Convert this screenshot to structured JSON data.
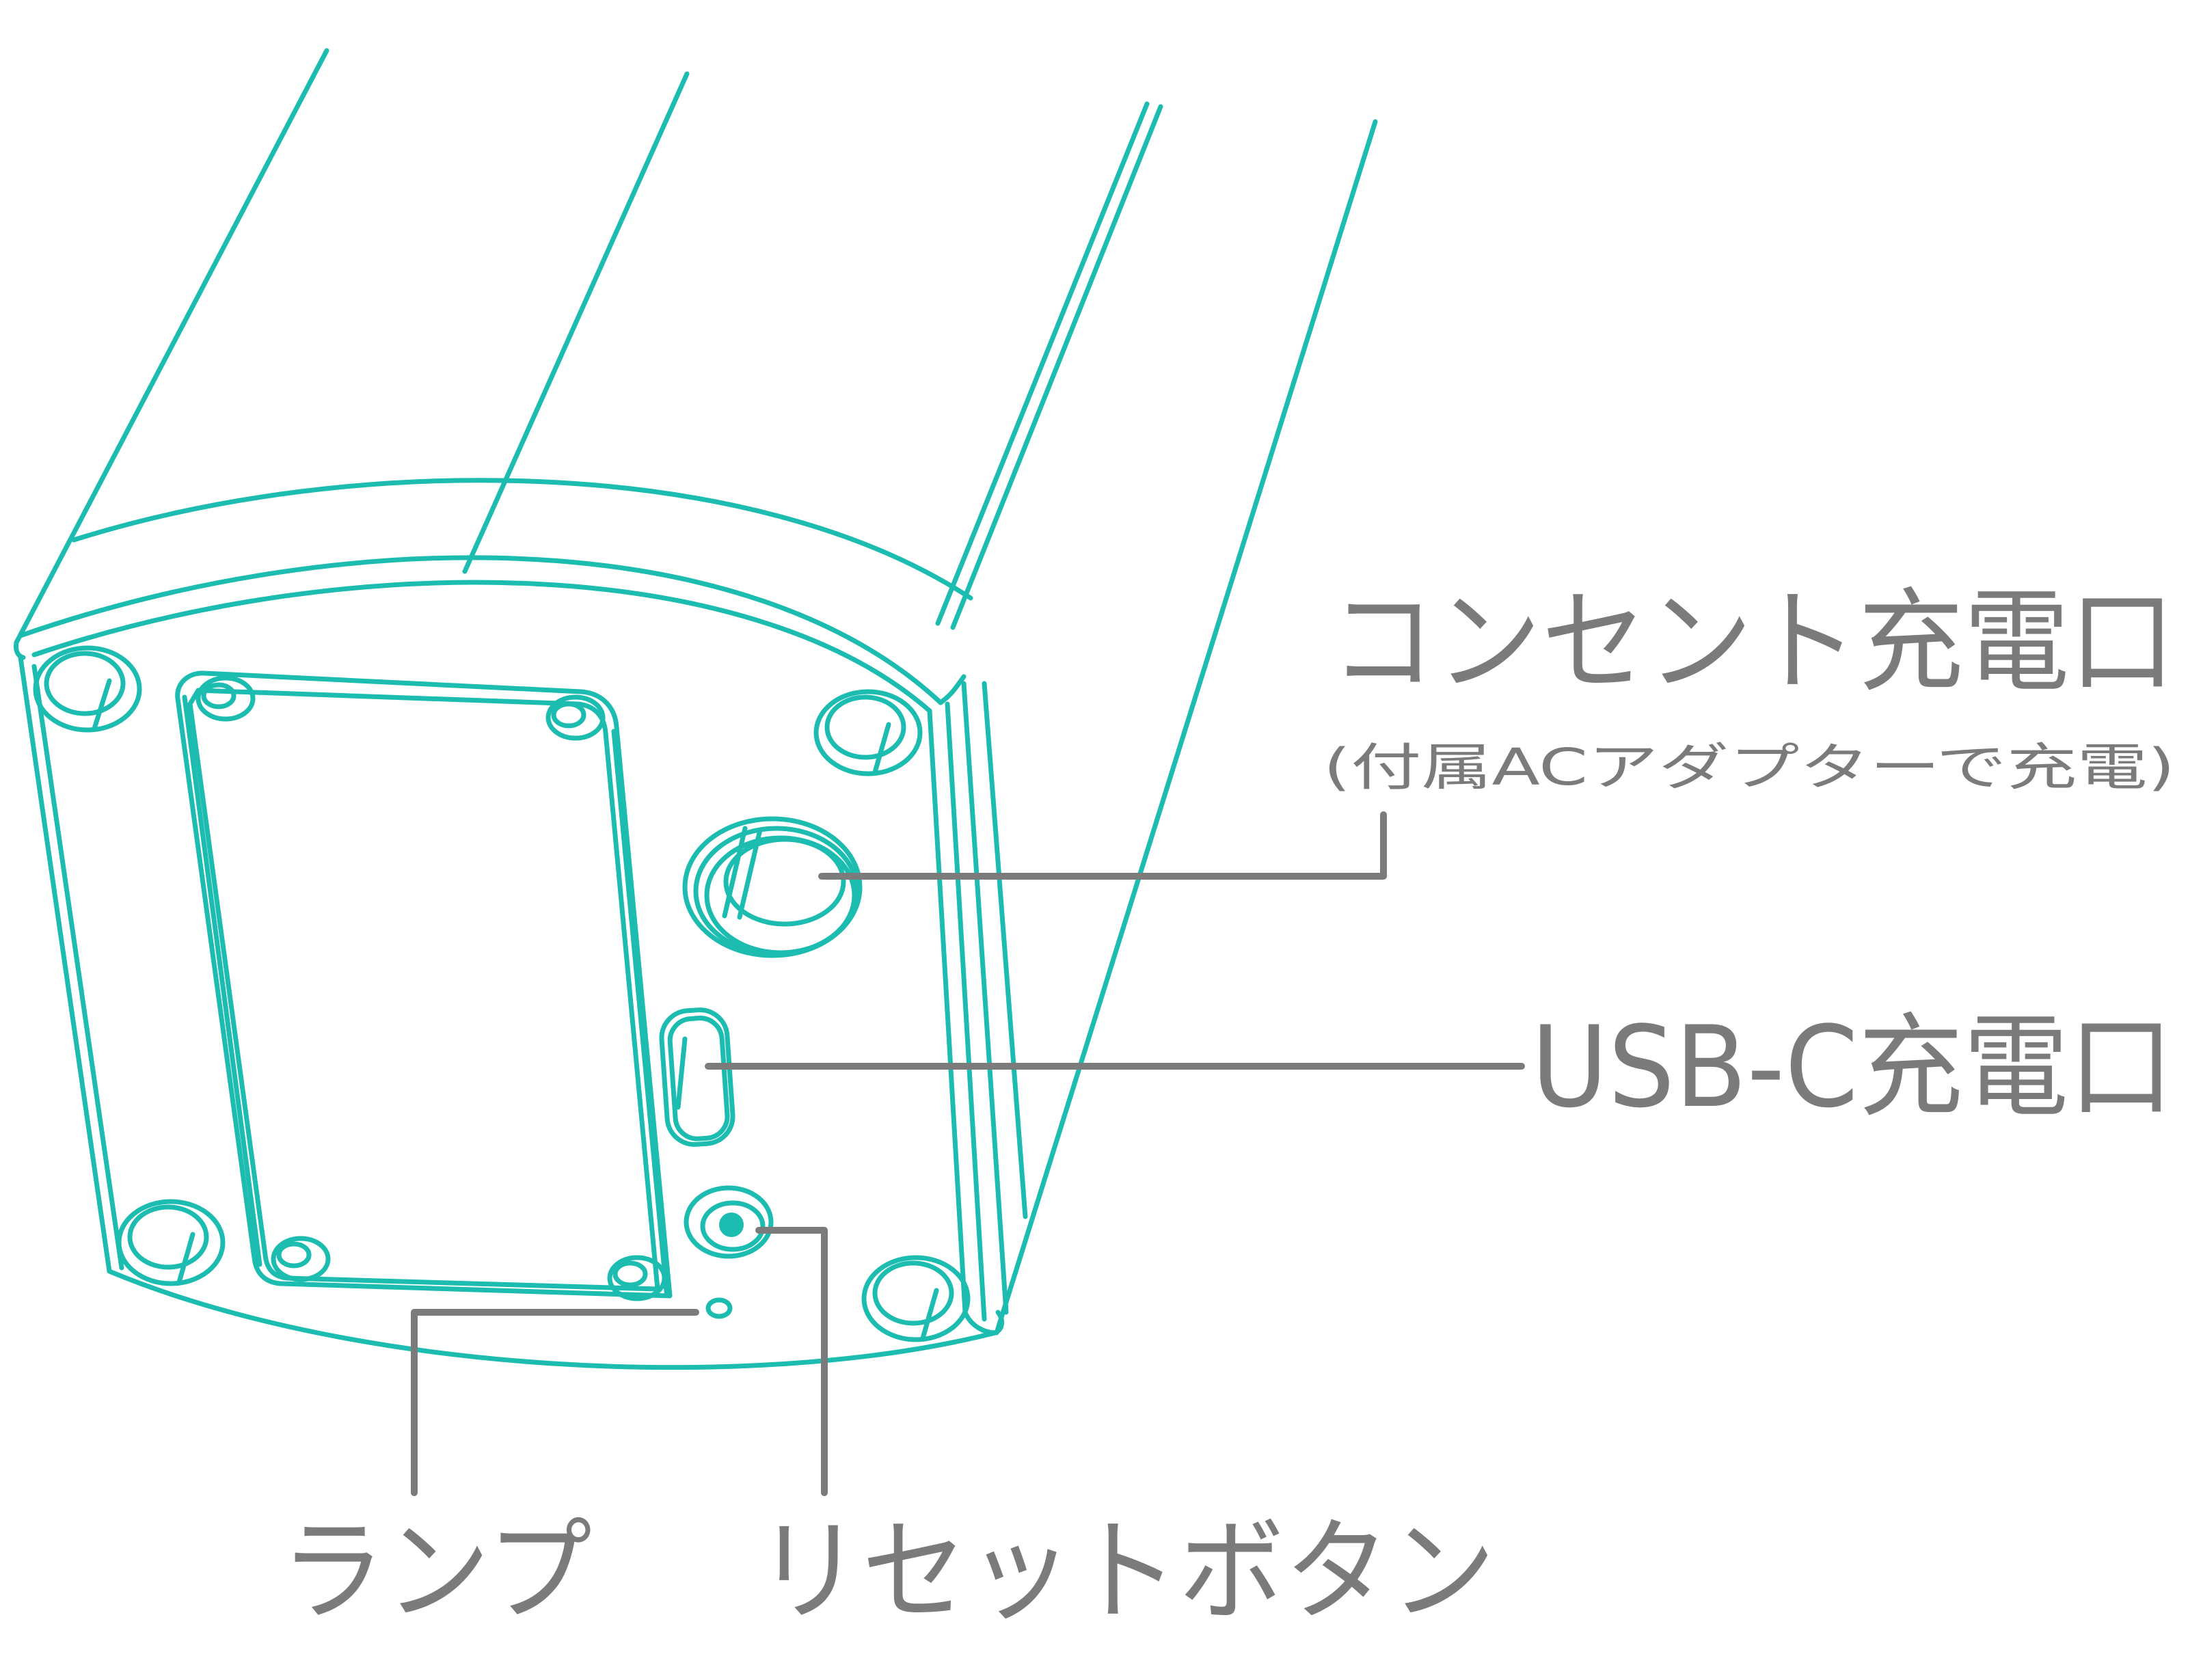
{
  "colors": {
    "line": "#1cbcb0",
    "label": "#7b7b7b",
    "background": "#ffffff"
  },
  "labels": {
    "outlet_port": "コンセント充電口",
    "outlet_port_note": "(付属ACアダプターで充電)",
    "usbc_port": "USB-C充電口",
    "lamp": "ランプ",
    "reset_button": "リセットボタン"
  }
}
